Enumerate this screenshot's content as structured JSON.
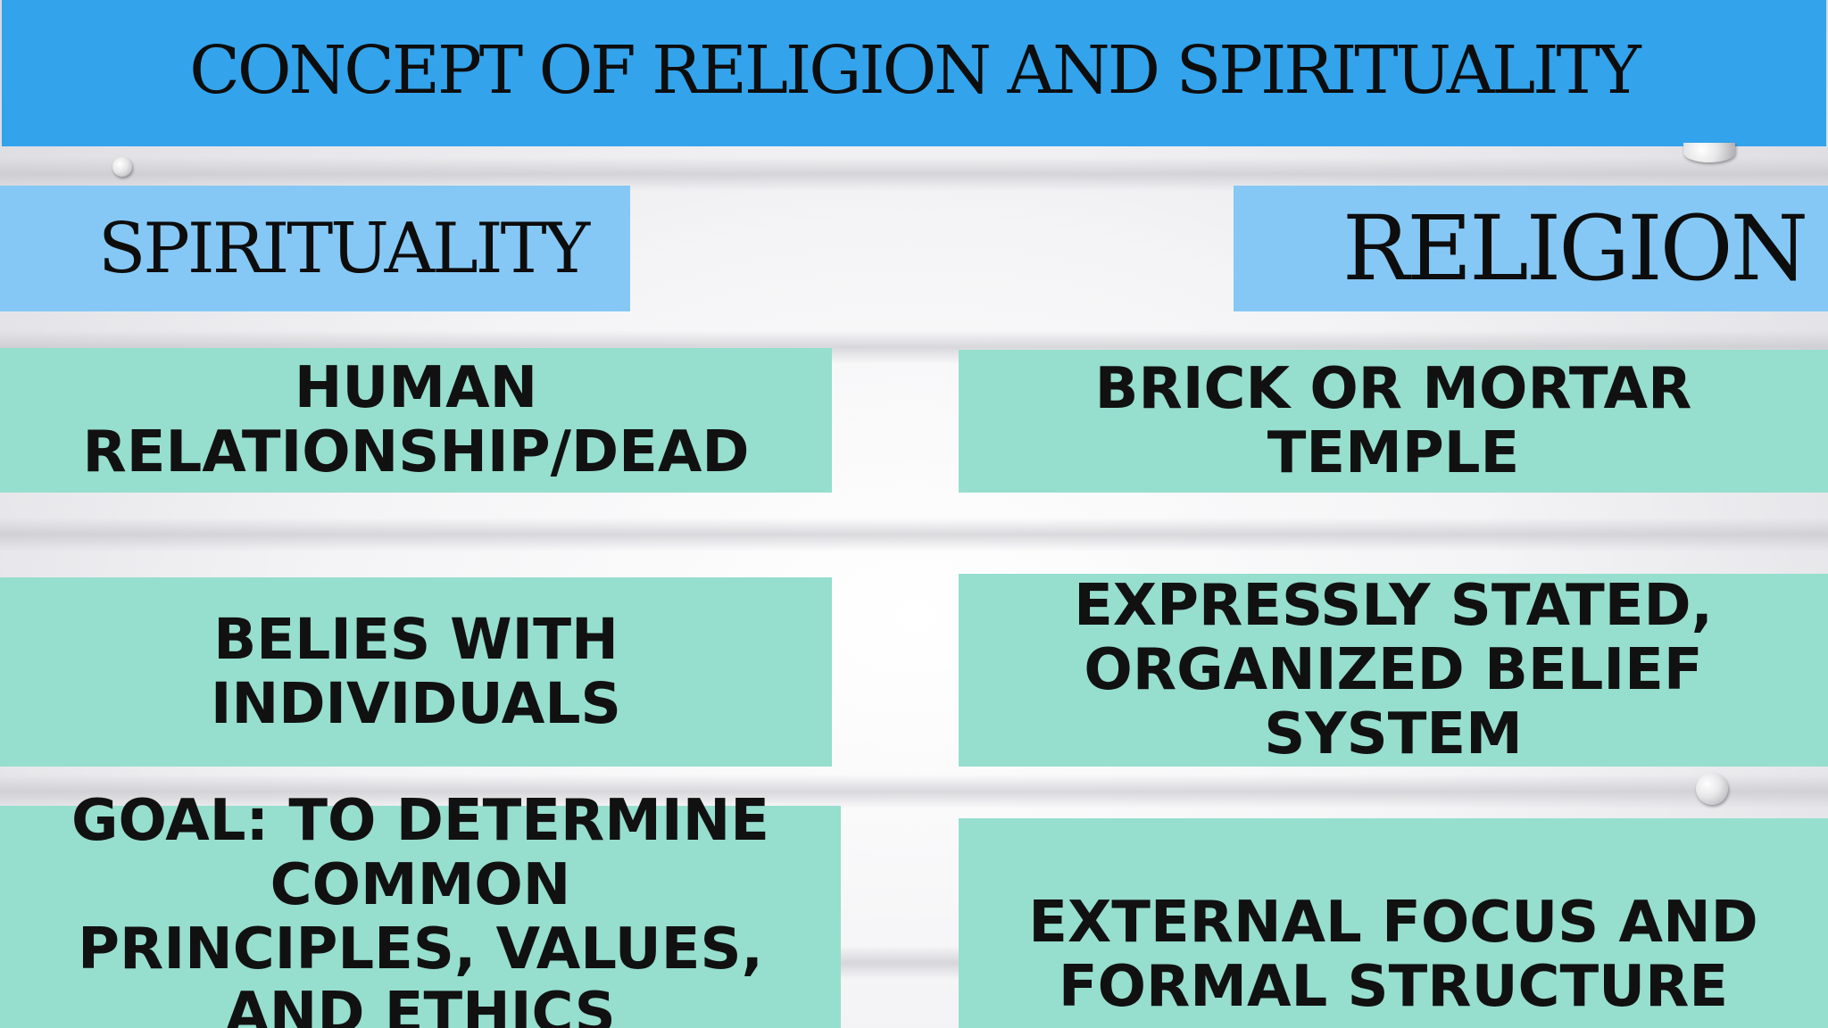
{
  "slide": {
    "title": "CONCEPT OF RELIGION AND SPIRITUALITY",
    "columns": {
      "left": {
        "heading": "SPIRITUALITY",
        "items": [
          "HUMAN RELATIONSHIP/DEAD",
          "BELIES WITH INDIVIDUALS",
          "GOAL: TO DETERMINE COMMON PRINCIPLES, VALUES, AND ETHICS"
        ]
      },
      "right": {
        "heading": "RELIGION",
        "items": [
          "BRICK OR MORTAR TEMPLE",
          "EXPRESSLY STATED, ORGANIZED BELIEF SYSTEM",
          "EXTERNAL FOCUS AND FORMAL STRUCTURE"
        ]
      }
    }
  },
  "colors": {
    "title_bar": "#33a3ec",
    "column_header": "#85c8f5",
    "content_box": "#96dece",
    "text": "#111111"
  }
}
